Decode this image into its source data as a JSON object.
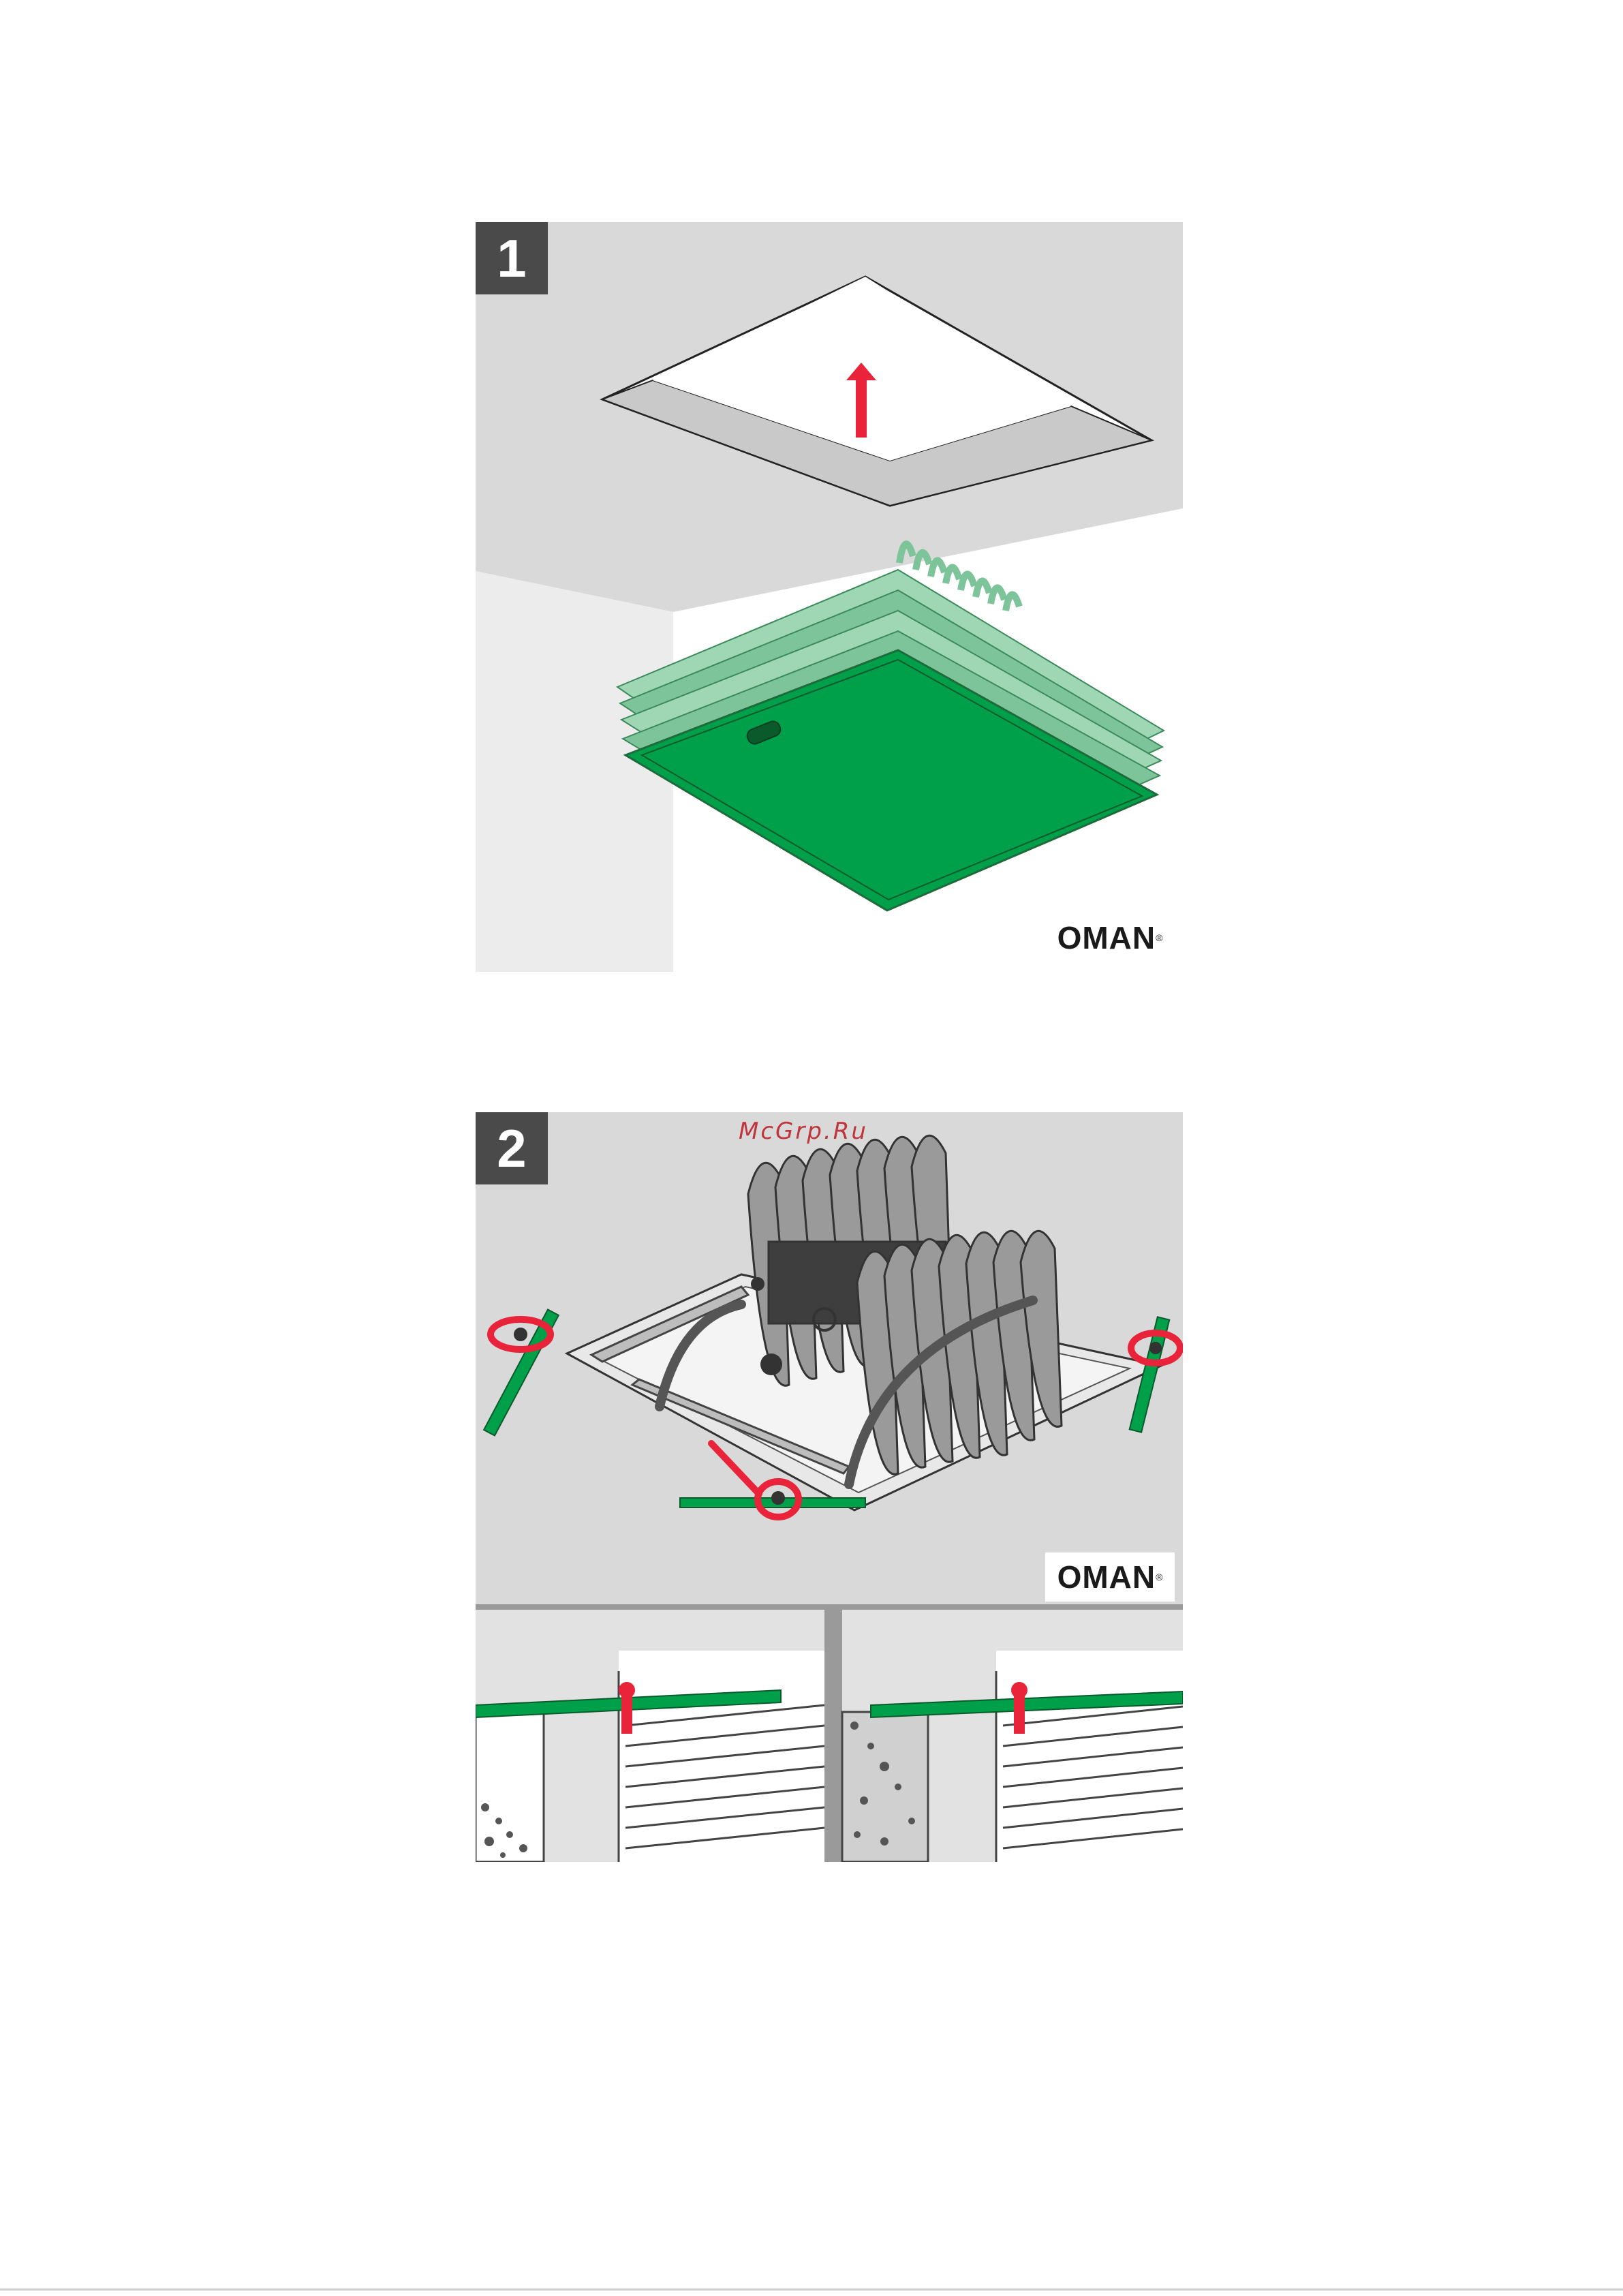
{
  "steps": [
    {
      "number": "1",
      "logo": "OMAN",
      "logo_mark": "®"
    },
    {
      "number": "2",
      "logo": "OMAN",
      "logo_mark": "®",
      "watermark": "McGrp.Ru"
    }
  ],
  "colors": {
    "panel_bg": "#d9d9d9",
    "green": "#00a04a",
    "green_light": "#7dc49a",
    "red": "#e8233a",
    "badge": "#4a4a4a"
  },
  "icons": [
    "up-arrow-icon",
    "rotate-arrow-icon",
    "wrench-icon"
  ]
}
